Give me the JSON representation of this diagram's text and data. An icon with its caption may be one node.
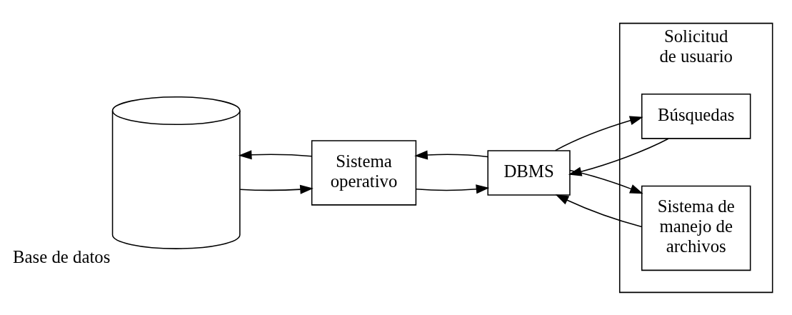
{
  "diagram": {
    "nodes": [
      {
        "text": [],
        "shape": "cylinder",
        "beside": [
          "Base de datos"
        ]
      },
      {
        "text": [
          "Sistema operativo"
        ]
      },
      {
        "text": [
          "DBMS"
        ]
      },
      {
        "text": [
          "Solicitud de usuario"
        ]
      },
      {
        "text": [
          "Búsquedas"
        ],
        "in": 3
      },
      {
        "text": [
          "Sistema de manejo de archivos"
        ],
        "in": 3
      }
    ],
    "edges": [
      {
        "from": 1,
        "to": 0,
        "arrow": "to"
      },
      {
        "from": 0,
        "to": 1,
        "arrow": "to"
      },
      {
        "from": 1,
        "to": 2,
        "arrow": "to"
      },
      {
        "from": 2,
        "to": 1,
        "arrow": "to"
      },
      {
        "from": 4,
        "to": 2,
        "arrow": "to"
      },
      {
        "from": 2,
        "to": 4,
        "arrow": "to"
      },
      {
        "from": 5,
        "to": 2,
        "arrow": "to"
      },
      {
        "from": 2,
        "to": 5,
        "arrow": "to"
      }
    ]
  }
}
